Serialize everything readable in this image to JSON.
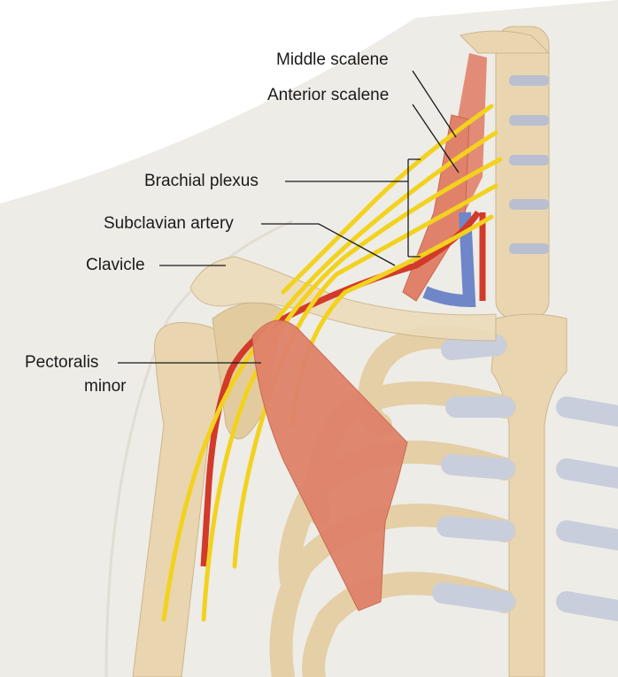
{
  "labels": {
    "middle_scalene": "Middle scalene",
    "anterior_scalene": "Anterior scalene",
    "brachial_plexus": "Brachial plexus",
    "subclavian_artery": "Subclavian artery",
    "clavicle": "Clavicle",
    "pectoralis_minor_line1": "Pectoralis",
    "pectoralis_minor_line2": "minor"
  },
  "colors": {
    "background": "#ecebe6",
    "bone": "#e9d6b0",
    "bone_shadow": "#cdb58a",
    "cartilage": "#b9bfd0",
    "muscle": "#e0826a",
    "nerve": "#f2d21e",
    "artery": "#d23a2a",
    "vein": "#6f86c8"
  }
}
